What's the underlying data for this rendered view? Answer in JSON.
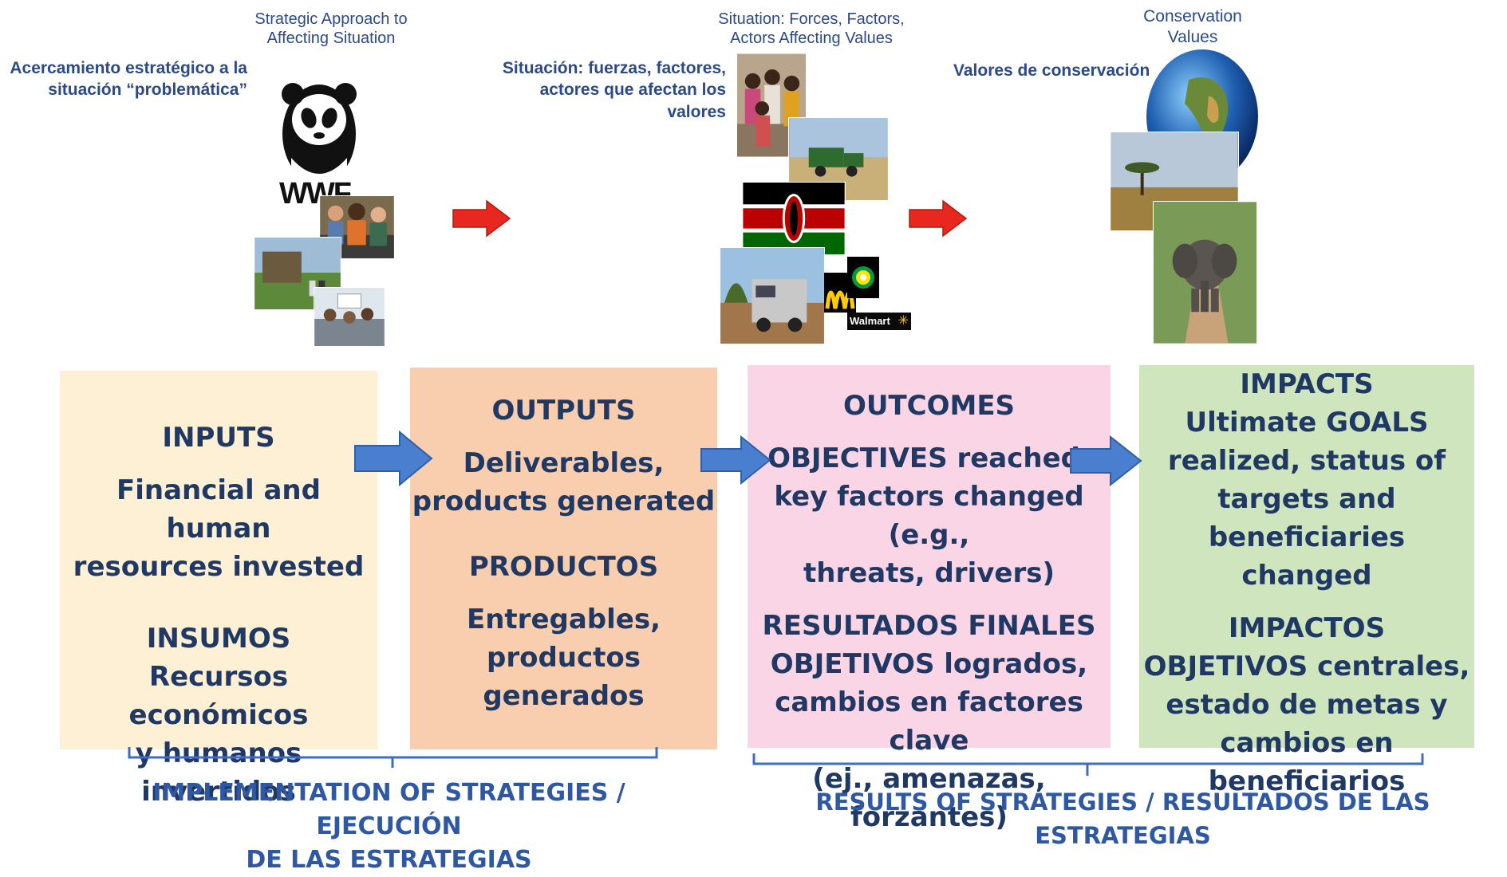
{
  "top": {
    "left_en": [
      "Strategic Approach to",
      "Affecting Situation"
    ],
    "left_es": [
      "Acercamiento estratégico a la",
      "situación “problemática”"
    ],
    "mid_en": [
      "Situation: Forces, Factors,",
      "Actors Affecting Values"
    ],
    "mid_es": [
      "Situación: fuerzas, factores,",
      "actores que afectan los",
      "valores"
    ],
    "right_en": [
      "Conservation",
      "Values"
    ],
    "right_es": "Valores de conservación",
    "wwf_logo": "WWF",
    "walmart_logo": "Walmart"
  },
  "boxes": {
    "inputs": {
      "title": "INPUTS",
      "en": [
        "Financial and human",
        "resources invested"
      ],
      "es_title": "INSUMOS",
      "es": [
        "Recursos económicos",
        "y humanos invertidos"
      ],
      "color": "#fdf0d5"
    },
    "outputs": {
      "title": "OUTPUTS",
      "en": [
        "Deliverables,",
        "products generated"
      ],
      "es_title": "PRODUCTOS",
      "es": [
        "Entregables,",
        "productos generados"
      ],
      "color": "#f8ceae"
    },
    "outcomes": {
      "title": "OUTCOMES",
      "en": [
        "OBJECTIVES reached,",
        "key factors changed (e.g.,",
        "threats, drivers)"
      ],
      "es_title": "RESULTADOS FINALES",
      "es": [
        "OBJETIVOS logrados,",
        "cambios en factores clave",
        "(ej., amenazas, forzantes)"
      ],
      "color": "#f9d5e6"
    },
    "impacts": {
      "title": "IMPACTS",
      "en": [
        "Ultimate GOALS",
        "realized, status of",
        "targets and",
        "beneficiaries changed"
      ],
      "es_title": "IMPACTOS",
      "es": [
        "OBJETIVOS centrales,",
        "estado de metas y",
        "cambios en",
        "beneficiarios"
      ],
      "color": "#cfe5bd"
    }
  },
  "bottom": {
    "implementation": [
      "IMPLEMENTATION OF STRATEGIES / EJECUCIÓN",
      "DE LAS ESTRATEGIAS"
    ],
    "results": "RESULTS OF STRATEGIES / RESULTADOS DE LAS ESTRATEGIAS"
  },
  "colors": {
    "text_dark": "#1f3864",
    "label_blue": "#2b4a8b",
    "arrow_blue": "#4a7fd0",
    "arrow_red": "#e8281e",
    "bracket": "#3e6cc4"
  }
}
